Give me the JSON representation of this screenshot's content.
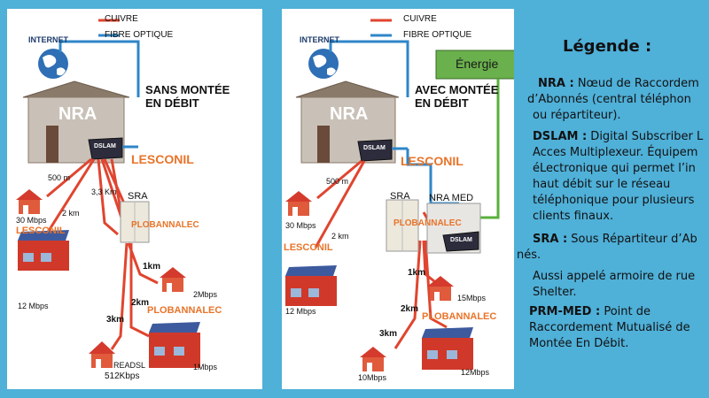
{
  "colors": {
    "copper": "#e0452f",
    "fiber": "#2f86c8",
    "energy_line": "#58b13b",
    "place_text": "#e8742a",
    "background": "#4fb0d8"
  },
  "left": {
    "internet_label": "INTERNET",
    "copper_label": "CUIVRE",
    "fiber_label": "FIBRE OPTIQUE",
    "nra_label": "NRA",
    "dslam_label": "DSLAM",
    "title_line1": "SANS MONTÉE",
    "title_line2": "EN DÉBIT",
    "lesconil_label": "LESCONIL",
    "dist_500m": "500 m",
    "dist_33km": "3,3 Km",
    "sra_label": "SRA",
    "plobannalec_sra": "PLOBANNALEC",
    "speed_30": "30 Mbps",
    "dist_2km": "2 km",
    "lesconil_town": "LESCONIL",
    "speed_12": "12 Mbps",
    "dist_1km": "1km",
    "speed_2": "2Mbps",
    "dist_2km_b": "2km",
    "plobannalec_town": "PLOBANNALEC",
    "dist_3km": "3km",
    "readsl": "READSL",
    "speed_512": "512Kbps",
    "speed_1": "1Mbps"
  },
  "right": {
    "internet_label": "INTERNET",
    "copper_label": "CUIVRE",
    "fiber_label": "FIBRE OPTIQUE",
    "energy_label": "Énergie",
    "nra_label": "NRA",
    "dslam_label": "DSLAM",
    "title_line1": "AVEC MONTÉE",
    "title_line2": "EN DÉBIT",
    "lesconil_label": "LESCONIL",
    "dist_500m": "500 m",
    "sra_label": "SRA",
    "nra_med_label": "NRA MED",
    "plobannalec_sra": "PLOBANNALEC",
    "dslam_med_label": "DSLAM",
    "speed_30": "30 Mbps",
    "dist_2km": "2 km",
    "lesconil_town": "LESCONIL",
    "speed_12": "12 Mbps",
    "dist_1km": "1km",
    "speed_15": "15Mbps",
    "dist_2km_b": "2km",
    "plobannalec_town": "PLOBANNALEC",
    "dist_3km": "3km",
    "speed_10": "10Mbps",
    "speed_12b": "12Mbps"
  },
  "legend": {
    "title": "Légende :",
    "nra_term": "NRA :",
    "nra_def1": " Nœud de Raccordem",
    "nra_def2": "d’Abonnés (central téléphon",
    "nra_def3": "ou  répartiteur).",
    "dslam_term": "DSLAM :",
    "dslam_def1": " Digital Subscriber L",
    "dslam_def2": "Acces  Multiplexeur. Équipem",
    "dslam_def3": "éLectronique qui permet l’in",
    "dslam_def4": "haut débit sur le réseau",
    "dslam_def5": "téléphonique pour plusieurs",
    "dslam_def6": "clients finaux.",
    "sra_term": "SRA :",
    "sra_def1": " Sous Répartiteur d’Ab",
    "sra_def2": "nés.",
    "sra_def3": "Aussi appelé armoire de rue",
    "sra_def4": "Shelter.",
    "prm_term": "PRM-MED :",
    "prm_def1": " Point de",
    "prm_def2": "Raccordement Mutualisé de",
    "prm_def3": "Montée En Débit."
  }
}
